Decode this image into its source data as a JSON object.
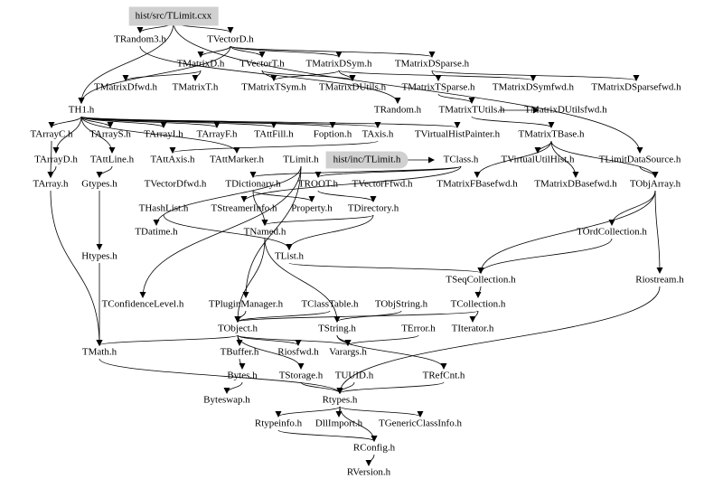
{
  "diagram": {
    "type": "include-dependency-graph",
    "highlight_color": "#d0d0d0",
    "nodes": [
      {
        "id": "tlimit_cxx",
        "label": "hist/src/TLimit.cxx",
        "style": "root"
      },
      {
        "id": "trandom3",
        "label": "TRandom3.h"
      },
      {
        "id": "tvectord",
        "label": "TVectorD.h"
      },
      {
        "id": "tmatrixd",
        "label": "TMatrixD.h"
      },
      {
        "id": "tvectort",
        "label": "TVectorT.h"
      },
      {
        "id": "tmatrixdsym",
        "label": "TMatrixDSym.h"
      },
      {
        "id": "tmatrixdsparse",
        "label": "TMatrixDSparse.h"
      },
      {
        "id": "tmatrixdfwd",
        "label": "TMatrixDfwd.h"
      },
      {
        "id": "tmatrixt",
        "label": "TMatrixT.h"
      },
      {
        "id": "tmatrixtsym",
        "label": "TMatrixTSym.h"
      },
      {
        "id": "tmatrixdutils",
        "label": "TMatrixDUtils.h"
      },
      {
        "id": "tmatrixtsparse",
        "label": "TMatrixTSparse.h"
      },
      {
        "id": "tmatrixdsymfwd",
        "label": "TMatrixDSymfwd.h"
      },
      {
        "id": "tmatrixdsparsefwd",
        "label": "TMatrixDSparsefwd.h"
      },
      {
        "id": "th1",
        "label": "TH1.h"
      },
      {
        "id": "trandom",
        "label": "TRandom.h"
      },
      {
        "id": "tmatrixtutils",
        "label": "TMatrixTUtils.h"
      },
      {
        "id": "tmatrixdutilsfwd",
        "label": "TMatrixDUtilsfwd.h"
      },
      {
        "id": "tarrayc",
        "label": "TArrayC.h"
      },
      {
        "id": "tarrays",
        "label": "TArrayS.h"
      },
      {
        "id": "tarrayi",
        "label": "TArrayI.h"
      },
      {
        "id": "tarrayf",
        "label": "TArrayF.h"
      },
      {
        "id": "tattfill",
        "label": "TAttFill.h"
      },
      {
        "id": "foption",
        "label": "Foption.h"
      },
      {
        "id": "taxis",
        "label": "TAxis.h"
      },
      {
        "id": "tvirtualhistpainter",
        "label": "TVirtualHistPainter.h"
      },
      {
        "id": "tmatrixtbase",
        "label": "TMatrixTBase.h"
      },
      {
        "id": "tarrayd",
        "label": "TArrayD.h"
      },
      {
        "id": "tattline",
        "label": "TAttLine.h"
      },
      {
        "id": "tattaxis",
        "label": "TAttAxis.h"
      },
      {
        "id": "tattmarker",
        "label": "TAttMarker.h"
      },
      {
        "id": "tlimit_h",
        "label": "TLimit.h"
      },
      {
        "id": "tlimit_inc",
        "label": "hist/inc/TLimit.h",
        "style": "focus"
      },
      {
        "id": "tclass",
        "label": "TClass.h"
      },
      {
        "id": "tvirtualutilhist",
        "label": "TVirtualUtilHist.h"
      },
      {
        "id": "tlimitdatasource",
        "label": "TLimitDataSource.h"
      },
      {
        "id": "tarray",
        "label": "TArray.h"
      },
      {
        "id": "gtypes",
        "label": "Gtypes.h"
      },
      {
        "id": "tvectordfwd",
        "label": "TVectorDfwd.h"
      },
      {
        "id": "tdictionary",
        "label": "TDictionary.h"
      },
      {
        "id": "troot",
        "label": "TROOT.h"
      },
      {
        "id": "tvectorffwd",
        "label": "TVectorFfwd.h"
      },
      {
        "id": "tmatrixfbasefwd",
        "label": "TMatrixFBasefwd.h"
      },
      {
        "id": "tmatrixdbasefwd",
        "label": "TMatrixDBasefwd.h"
      },
      {
        "id": "tobjarray",
        "label": "TObjArray.h"
      },
      {
        "id": "thashlist",
        "label": "THashList.h"
      },
      {
        "id": "tstreamerinfo",
        "label": "TStreamerInfo.h"
      },
      {
        "id": "property",
        "label": "Property.h"
      },
      {
        "id": "tdirectory",
        "label": "TDirectory.h"
      },
      {
        "id": "tdatime",
        "label": "TDatime.h"
      },
      {
        "id": "tnamed",
        "label": "TNamed.h"
      },
      {
        "id": "tordcollection",
        "label": "TOrdCollection.h"
      },
      {
        "id": "htypes",
        "label": "Htypes.h"
      },
      {
        "id": "tlist",
        "label": "TList.h"
      },
      {
        "id": "tseqcollection",
        "label": "TSeqCollection.h"
      },
      {
        "id": "riostream",
        "label": "Riostream.h"
      },
      {
        "id": "tconfidencelevel",
        "label": "TConfidenceLevel.h"
      },
      {
        "id": "tpluginmanager",
        "label": "TPluginManager.h"
      },
      {
        "id": "tclasstable",
        "label": "TClassTable.h"
      },
      {
        "id": "tobjstring",
        "label": "TObjString.h"
      },
      {
        "id": "tcollection",
        "label": "TCollection.h"
      },
      {
        "id": "tobject",
        "label": "TObject.h"
      },
      {
        "id": "tstring",
        "label": "TString.h"
      },
      {
        "id": "terror",
        "label": "TError.h"
      },
      {
        "id": "titerator",
        "label": "TIterator.h"
      },
      {
        "id": "tmath",
        "label": "TMath.h"
      },
      {
        "id": "tbuffer",
        "label": "TBuffer.h"
      },
      {
        "id": "riosfwd",
        "label": "Riosfwd.h"
      },
      {
        "id": "varargs",
        "label": "Varargs.h"
      },
      {
        "id": "bytes",
        "label": "Bytes.h"
      },
      {
        "id": "tstorage",
        "label": "TStorage.h"
      },
      {
        "id": "tuuid",
        "label": "TUUID.h"
      },
      {
        "id": "trefcnt",
        "label": "TRefCnt.h"
      },
      {
        "id": "byteswap",
        "label": "Byteswap.h"
      },
      {
        "id": "rtypes",
        "label": "Rtypes.h"
      },
      {
        "id": "rtypeinfo",
        "label": "Rtypeinfo.h"
      },
      {
        "id": "dllimport",
        "label": "DllImport.h"
      },
      {
        "id": "tgenericclassinfo",
        "label": "TGenericClassInfo.h"
      },
      {
        "id": "rconfig",
        "label": "RConfig.h"
      },
      {
        "id": "rversion",
        "label": "RVersion.h"
      }
    ],
    "edges": [
      [
        "tlimit_cxx",
        "trandom3"
      ],
      [
        "tlimit_cxx",
        "tvectord"
      ],
      [
        "tlimit_cxx",
        "th1"
      ],
      [
        "tlimit_cxx",
        "tlimitdatasource"
      ],
      [
        "tvectord",
        "tmatrixd"
      ],
      [
        "tvectord",
        "tvectort"
      ],
      [
        "tvectord",
        "tmatrixdsym"
      ],
      [
        "tvectord",
        "tmatrixdsparse"
      ],
      [
        "tvectord",
        "th1"
      ],
      [
        "tmatrixd",
        "tmatrixdfwd"
      ],
      [
        "tmatrixd",
        "tmatrixt"
      ],
      [
        "tvectort",
        "tmatrixtsym"
      ],
      [
        "tvectort",
        "tmatrixdutils"
      ],
      [
        "tmatrixdsym",
        "tmatrixtsym"
      ],
      [
        "tmatrixdsym",
        "tmatrixdutils"
      ],
      [
        "tmatrixdsparse",
        "tmatrixtsparse"
      ],
      [
        "tmatrixdsparse",
        "tmatrixdsparsefwd"
      ],
      [
        "tmatrixdsym",
        "tmatrixdsymfwd"
      ],
      [
        "tmatrixtsparse",
        "tmatrixtutils"
      ],
      [
        "tmatrixtutils",
        "tmatrixdutilsfwd"
      ],
      [
        "tmatrixtutils",
        "tmatrixtbase"
      ],
      [
        "trandom3",
        "trandom"
      ],
      [
        "th1",
        "tarrayc"
      ],
      [
        "th1",
        "tarrays"
      ],
      [
        "th1",
        "tarrayi"
      ],
      [
        "th1",
        "tarrayf"
      ],
      [
        "th1",
        "tattfill"
      ],
      [
        "th1",
        "foption"
      ],
      [
        "th1",
        "taxis"
      ],
      [
        "th1",
        "tvirtualhistpainter"
      ],
      [
        "th1",
        "tarrayd"
      ],
      [
        "th1",
        "tattline"
      ],
      [
        "th1",
        "tattmarker"
      ],
      [
        "taxis",
        "tattaxis"
      ],
      [
        "tmatrixtbase",
        "tvirtualutilhist"
      ],
      [
        "tmatrixtbase",
        "tobjarray"
      ],
      [
        "tmatrixtbase",
        "tmatrixfbasefwd"
      ],
      [
        "tmatrixtbase",
        "tmatrixdbasefwd"
      ],
      [
        "tlimit_inc",
        "tlimit_h"
      ],
      [
        "tlimit_inc",
        "tclass"
      ],
      [
        "tlimitdatasource",
        "tobjarray"
      ],
      [
        "tarrayc",
        "tarray"
      ],
      [
        "tarrayd",
        "tarray"
      ],
      [
        "tattline",
        "gtypes"
      ],
      [
        "gtypes",
        "htypes"
      ],
      [
        "tclass",
        "tdictionary"
      ],
      [
        "tclass",
        "tstreamerinfo"
      ],
      [
        "tclass",
        "troot"
      ],
      [
        "tdictionary",
        "tnamed"
      ],
      [
        "tdictionary",
        "property"
      ],
      [
        "troot",
        "tdirectory"
      ],
      [
        "tdirectory",
        "tnamed"
      ],
      [
        "tdirectory",
        "tlist"
      ],
      [
        "thashlist",
        "tlist"
      ],
      [
        "tobjarray",
        "tordcollection"
      ],
      [
        "tobjarray",
        "tseqcollection"
      ],
      [
        "tordcollection",
        "tseqcollection"
      ],
      [
        "tobjarray",
        "riostream"
      ],
      [
        "tlist",
        "tseqcollection"
      ],
      [
        "tseqcollection",
        "tcollection"
      ],
      [
        "tcollection",
        "tobject"
      ],
      [
        "tcollection",
        "titerator"
      ],
      [
        "tlimit_h",
        "tconfidencelevel"
      ],
      [
        "tlimit_h",
        "tpluginmanager"
      ],
      [
        "tlimit_h",
        "tdatime"
      ],
      [
        "tpluginmanager",
        "tobject"
      ],
      [
        "tclasstable",
        "tobject"
      ],
      [
        "tobjstring",
        "tstring"
      ],
      [
        "tnamed",
        "tobject"
      ],
      [
        "tnamed",
        "tstring"
      ],
      [
        "tobject",
        "tbuffer"
      ],
      [
        "tobject",
        "riosfwd"
      ],
      [
        "tobject",
        "varargs"
      ],
      [
        "tobject",
        "tstorage"
      ],
      [
        "tobject",
        "tmath"
      ],
      [
        "tstring",
        "trefcnt"
      ],
      [
        "tstring",
        "varargs"
      ],
      [
        "terror",
        "varargs"
      ],
      [
        "tarray",
        "tmath"
      ],
      [
        "htypes",
        "tmath"
      ],
      [
        "tbuffer",
        "bytes"
      ],
      [
        "bytes",
        "byteswap"
      ],
      [
        "tstorage",
        "rtypes"
      ],
      [
        "tuuid",
        "rtypes"
      ],
      [
        "trefcnt",
        "rtypes"
      ],
      [
        "tmath",
        "rtypes"
      ],
      [
        "riostream",
        "rtypes"
      ],
      [
        "rtypes",
        "rtypeinfo"
      ],
      [
        "rtypes",
        "dllimport"
      ],
      [
        "rtypes",
        "tgenericclassinfo"
      ],
      [
        "rtypes",
        "rconfig"
      ],
      [
        "rtypeinfo",
        "rconfig"
      ],
      [
        "rconfig",
        "rversion"
      ]
    ]
  }
}
